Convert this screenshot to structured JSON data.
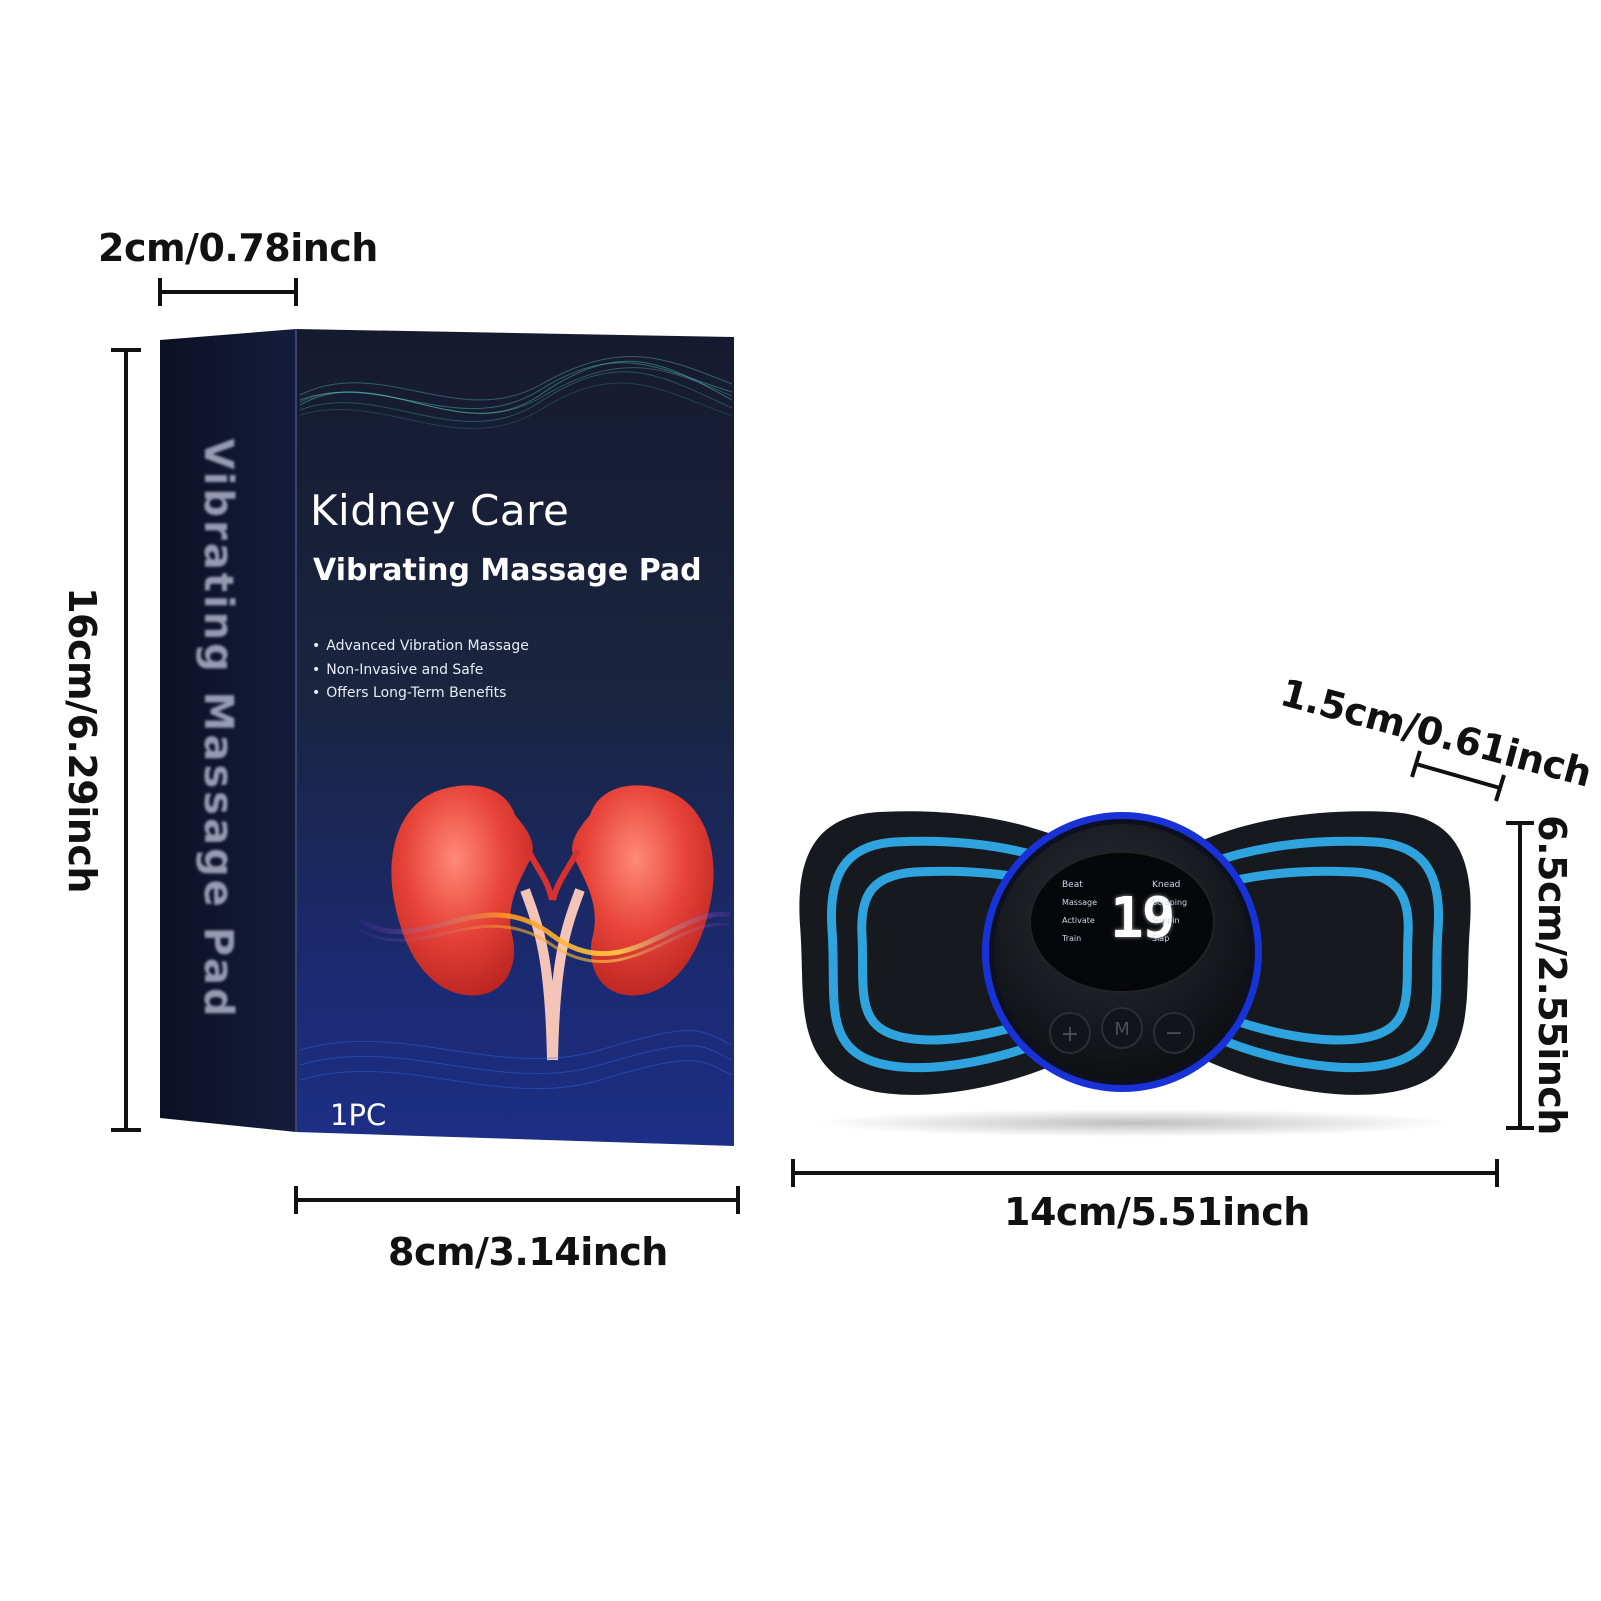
{
  "dimensions": {
    "box_depth": "2cm/0.78inch",
    "box_height": "16cm/6.29inch",
    "box_width": "8cm/3.14inch",
    "pad_width": "14cm/5.51inch",
    "pad_height": "6.5cm/2.55inch",
    "pad_thickness": "1.5cm/0.61inch"
  },
  "box": {
    "title": "Kidney Care",
    "subtitle": "Vibrating Massage Pad",
    "features": [
      "Advanced Vibration Massage",
      "Non-Invasive and Safe",
      "Offers Long-Term Benefits"
    ],
    "quantity": "1PC",
    "side_text": "Vibrating Massage Pad",
    "colors": {
      "front_top": "#141a34",
      "front_bottom": "#1a2a78",
      "side": "#0f1530",
      "kidney": "#e23a30"
    }
  },
  "device": {
    "display_digits": "19",
    "modes_left": [
      "Beat",
      "Massage",
      "Activate",
      "Train"
    ],
    "modes_right": [
      "Knead",
      "Scraping",
      "Suppin",
      "Slap"
    ],
    "buttons": [
      "+",
      "M",
      "−"
    ],
    "colors": {
      "pad": "#15181d",
      "outline": "#2fa6e0",
      "ring": "#1e3cff"
    }
  }
}
